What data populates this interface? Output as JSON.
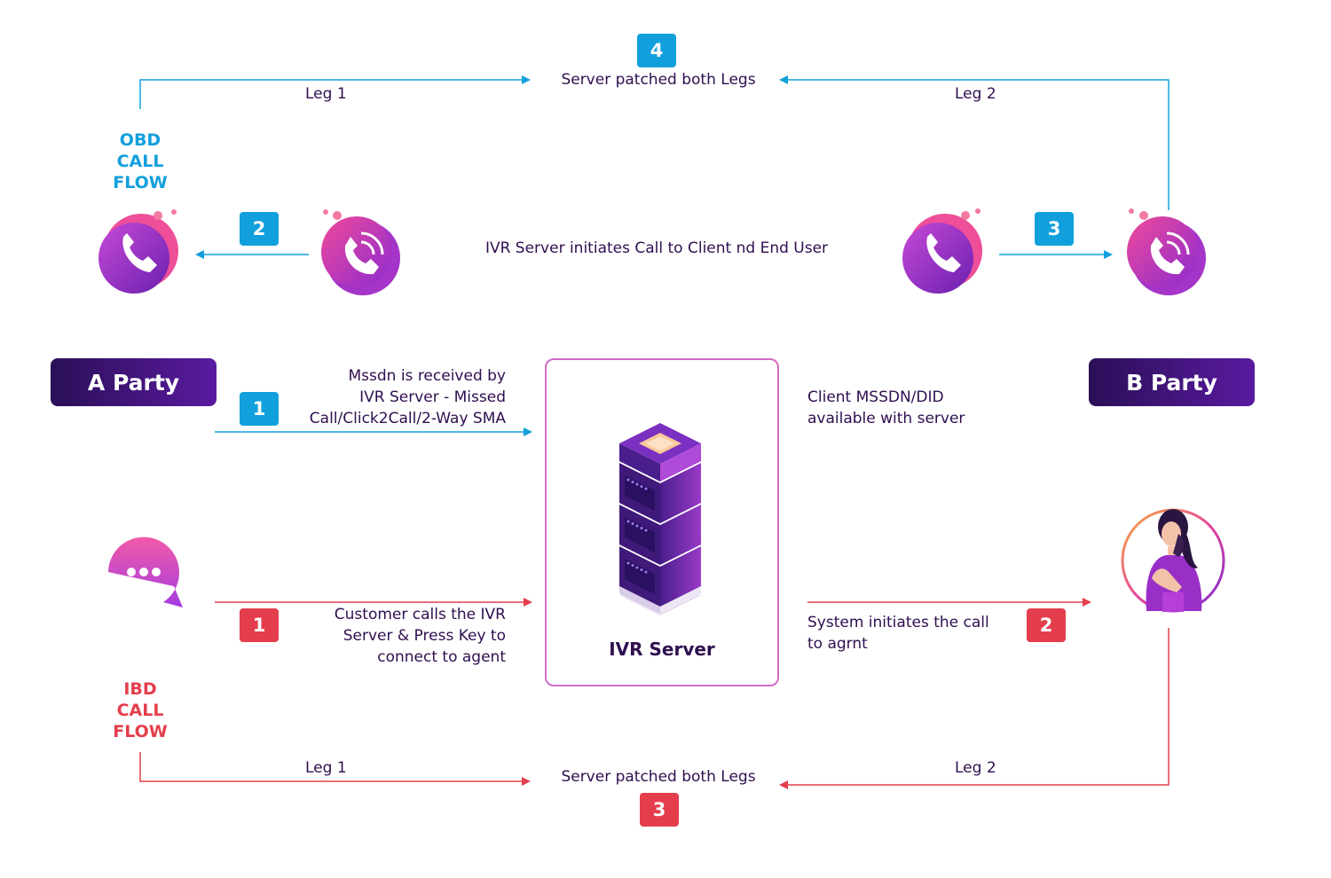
{
  "obd": {
    "flow_label": [
      "OBD",
      "CALL",
      "FLOW"
    ],
    "color": "#12a0dc",
    "top_center_text": "Server patched both Legs",
    "leg1": "Leg 1",
    "leg2": "Leg 2",
    "middle_text": "IVR Server initiates Call to Client nd End User",
    "step1_text": [
      "Mssdn is received by",
      "IVR Server - Missed",
      "Call/Click2Call/2-Way SMA"
    ],
    "client_text": [
      "Client MSSDN/DID",
      "available with server"
    ],
    "badges": {
      "s1": "1",
      "s2": "2",
      "s3": "3",
      "s4": "4"
    }
  },
  "ibd": {
    "flow_label": [
      "IBD",
      "CALL",
      "FLOW"
    ],
    "color": "#e43e4c",
    "bottom_center_text": "Server patched both Legs",
    "leg1": "Leg 1",
    "leg2": "Leg 2",
    "customer_text": [
      "Customer calls the IVR",
      "Server & Press Key to",
      "connect to agent"
    ],
    "system_text": [
      "System initiates the call",
      "to agrnt"
    ],
    "badges": {
      "s1": "1",
      "s2": "2",
      "s3": "3"
    }
  },
  "parties": {
    "a": "A Party",
    "b": "B Party"
  },
  "server": {
    "label": "IVR Server"
  },
  "icons": [
    "phone-icon",
    "phone-ringing-icon",
    "chat-bubble-icon",
    "server-rack-icon",
    "agent-avatar-icon"
  ]
}
